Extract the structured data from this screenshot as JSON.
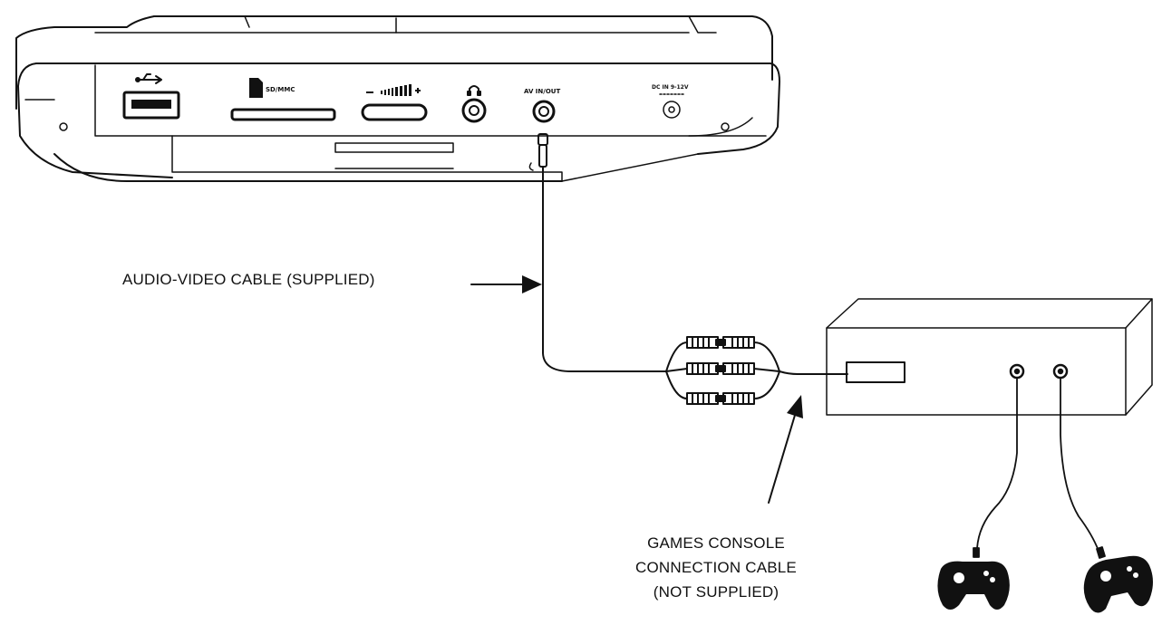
{
  "device": {
    "port_labels": {
      "card": "SD/MMC",
      "av": "AV IN/OUT",
      "dc": "DC IN 9-12V"
    },
    "icons": [
      "usb-icon",
      "sd-card-icon",
      "volume-bar-icon",
      "headphone-icon"
    ]
  },
  "labels": {
    "av_cable": "AUDIO-VIDEO CABLE (SUPPLIED)",
    "console_cable_line1": "GAMES CONSOLE",
    "console_cable_line2": "CONNECTION CABLE",
    "console_cable_line3": "(NOT SUPPLIED)"
  },
  "colors": {
    "ink": "#111111",
    "paper": "#ffffff"
  }
}
